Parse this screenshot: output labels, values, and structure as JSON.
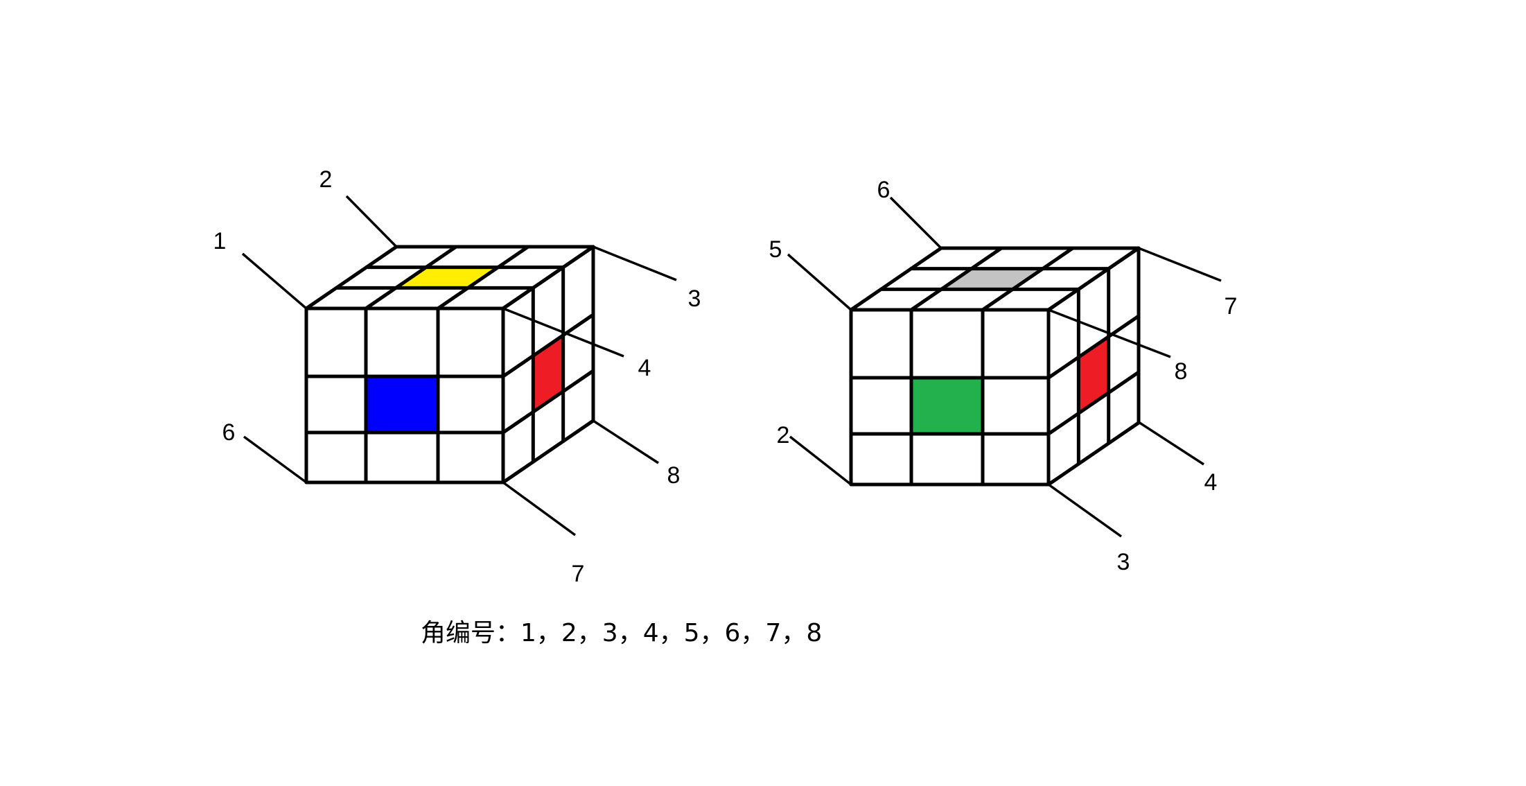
{
  "cubes": [
    {
      "name": "cube-left",
      "colors": {
        "top_center": "#ffee00",
        "front_center": "#0000ff",
        "right_center": "#ee1c24",
        "grid": "#000000",
        "face": "#ffffff"
      },
      "corner_labels": [
        "1",
        "2",
        "3",
        "4",
        "6",
        "8",
        "7"
      ]
    },
    {
      "name": "cube-right",
      "colors": {
        "top_center": "#c3c3c3",
        "front_center": "#22b14c",
        "right_center": "#ee1c24",
        "grid": "#000000",
        "face": "#ffffff"
      },
      "corner_labels": [
        "5",
        "6",
        "7",
        "8",
        "2",
        "4",
        "3"
      ]
    }
  ],
  "caption": "角编号：1，2，3，4，5，6，7，8"
}
